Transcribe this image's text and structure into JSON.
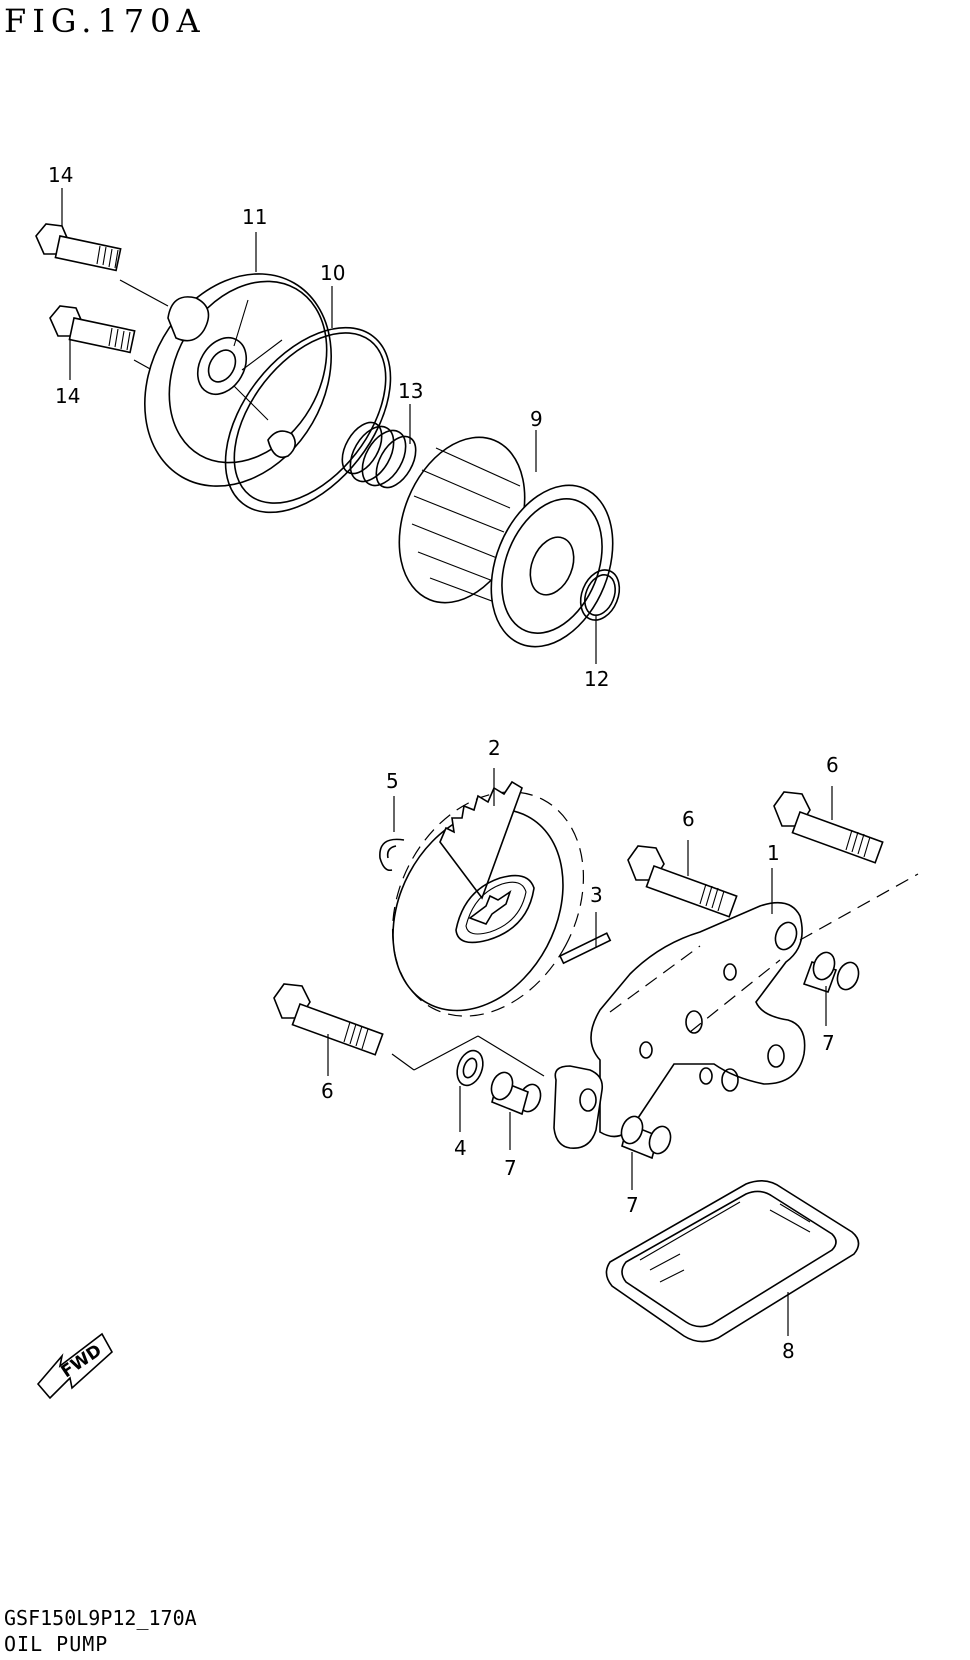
{
  "figure": {
    "title": "FIG.170A",
    "drawing_code": "GSF150L9P12_170A",
    "caption": "OIL PUMP"
  },
  "callouts": [
    {
      "id": "c14a",
      "label": "14"
    },
    {
      "id": "c11",
      "label": "11"
    },
    {
      "id": "c10",
      "label": "10"
    },
    {
      "id": "c14b",
      "label": "14"
    },
    {
      "id": "c13",
      "label": "13"
    },
    {
      "id": "c9",
      "label": "9"
    },
    {
      "id": "c12",
      "label": "12"
    },
    {
      "id": "c2",
      "label": "2"
    },
    {
      "id": "c5",
      "label": "5"
    },
    {
      "id": "c6a",
      "label": "6"
    },
    {
      "id": "c6b",
      "label": "6"
    },
    {
      "id": "c1",
      "label": "1"
    },
    {
      "id": "c3",
      "label": "3"
    },
    {
      "id": "c7a",
      "label": "7"
    },
    {
      "id": "c6c",
      "label": "6"
    },
    {
      "id": "c4",
      "label": "4"
    },
    {
      "id": "c7b",
      "label": "7"
    },
    {
      "id": "c7c",
      "label": "7"
    },
    {
      "id": "c8",
      "label": "8"
    }
  ],
  "badge": {
    "label": "FWD"
  }
}
